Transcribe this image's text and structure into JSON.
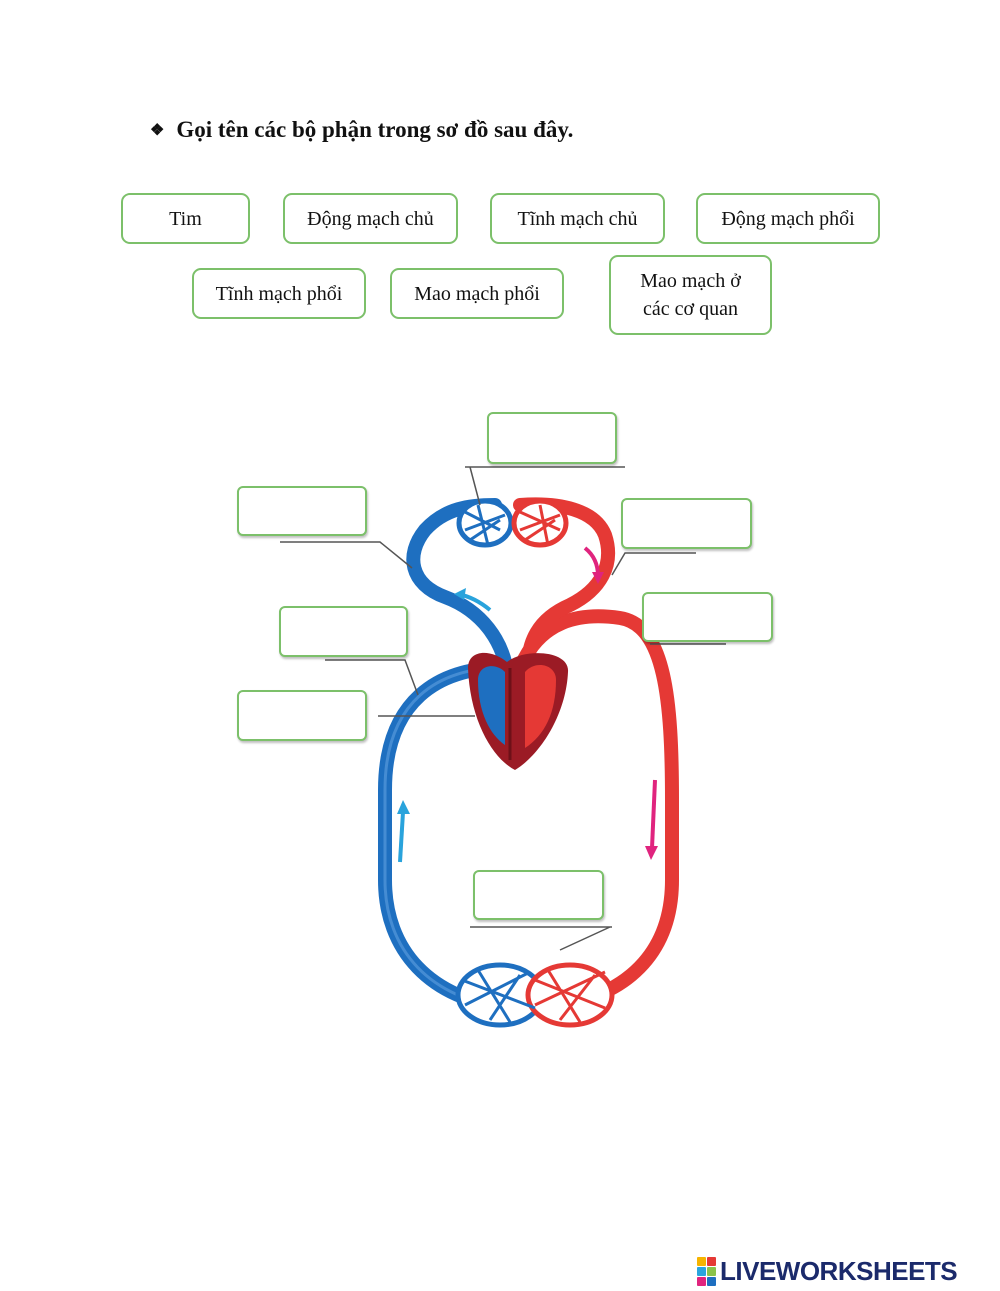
{
  "instruction": {
    "bullet": "❖",
    "text": "Gọi tên các bộ phận trong sơ đồ sau đây."
  },
  "word_bank": [
    "Tim",
    "Động mạch chủ",
    "Tĩnh mạch chủ",
    "Động mạch phổi",
    "Tĩnh mạch phổi",
    "Mao mạch phổi",
    "Mao mạch ở\ncác cơ quan"
  ],
  "colors": {
    "chip_border": "#7cc06a",
    "vein_blue": "#1e6fc0",
    "artery_red": "#e53935",
    "heart_dark": "#9b1b25",
    "arrow_cyan": "#29a3dc",
    "arrow_magenta": "#e0247e"
  },
  "footer": {
    "logo_text": "LIVEWORKSHEETS",
    "logo_icon": "liveworksheets-cubes-icon"
  }
}
